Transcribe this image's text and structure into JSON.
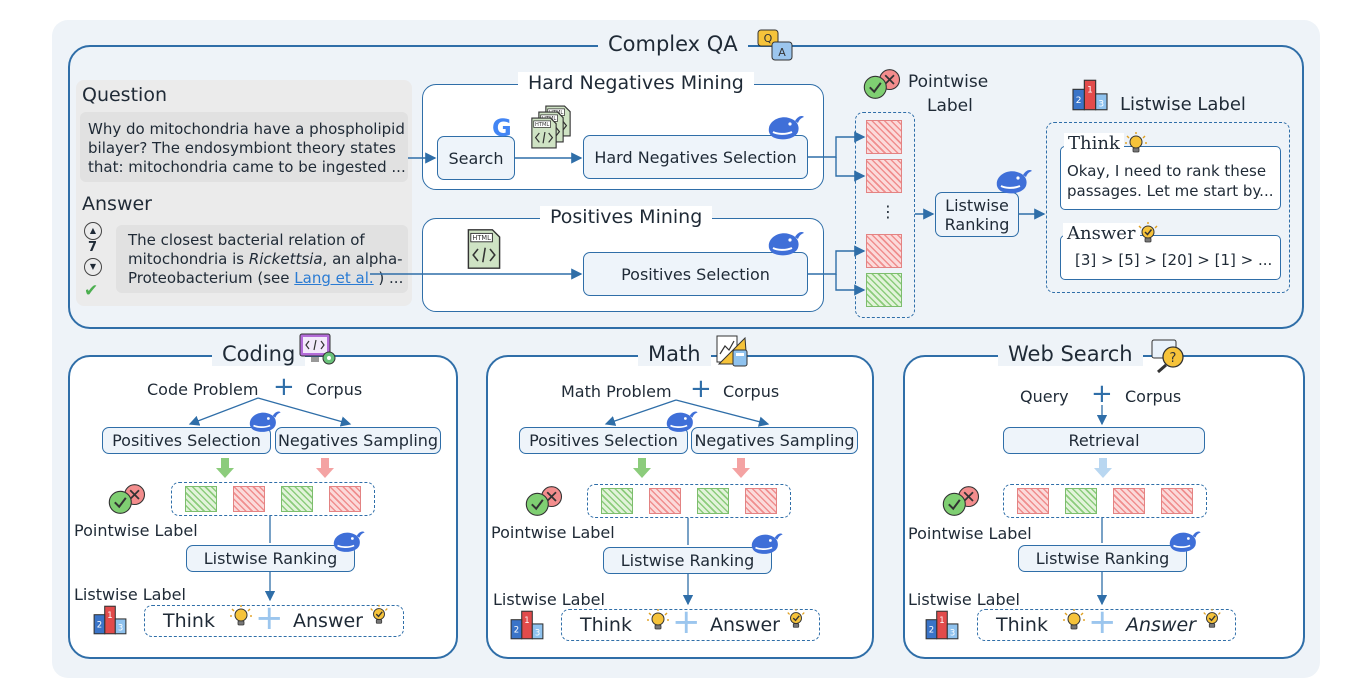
{
  "complex_qa": {
    "title": "Complex QA",
    "question_heading": "Question",
    "question_lines": [
      "Why do mitochondria have a phospholipid",
      "bilayer? The endosymbiont theory states",
      "that: mitochondria came to be ingested ..."
    ],
    "answer_heading": "Answer",
    "vote_count": "7",
    "answer_line1": "The closest bacterial relation of",
    "answer_line2_pre": "mitochondria is ",
    "answer_line2_em": "Rickettsia",
    "answer_line2_post": ", an alpha-",
    "answer_line3_pre": "Proteobacterium (see ",
    "answer_link": "Lang et al.",
    "answer_line3_post": " ) ...",
    "hard_neg_title": "Hard Negatives Mining",
    "search_label": "Search",
    "hard_neg_selection": "Hard Negatives Selection",
    "positives_title": "Positives Mining",
    "positives_selection": "Positives Selection",
    "pointwise_label_l1": "Pointwise",
    "pointwise_label_l2": "Label",
    "ellipsis": "⋮",
    "listwise_ranking_l1": "Listwise",
    "listwise_ranking_l2": "Ranking",
    "listwise_label": "Listwise Label",
    "think_label": "Think",
    "think_text_l1": "Okay, I need to rank these",
    "think_text_l2": "passages. Let me start by...",
    "answer_label": "Answer",
    "answer_text": "[3] > [5] > [20] > [1] > ..."
  },
  "coding": {
    "title": "Coding",
    "problem": "Code Problem",
    "corpus": "Corpus",
    "positives": "Positives Selection",
    "negatives": "Negatives Sampling",
    "pointwise": "Pointwise Label",
    "ranking": "Listwise Ranking",
    "listwise": "Listwise Label",
    "think": "Think",
    "answer": "Answer"
  },
  "math": {
    "title": "Math",
    "problem": "Math Problem",
    "corpus": "Corpus",
    "positives": "Positives Selection",
    "negatives": "Negatives Sampling",
    "pointwise": "Pointwise Label",
    "ranking": "Listwise Ranking",
    "listwise": "Listwise Label",
    "think": "Think",
    "answer": "Answer"
  },
  "web_search": {
    "title": "Web Search",
    "query": "Query",
    "corpus": "Corpus",
    "retrieval": "Retrieval",
    "pointwise": "Pointwise Label",
    "ranking": "Listwise Ranking",
    "listwise": "Listwise Label",
    "think": "Think",
    "answer": "Answer"
  },
  "icons": {
    "whale": "whale-icon",
    "google": "google-g-icon",
    "html_doc": "html-document-icon",
    "check_cross": "check-cross-icon",
    "podium": "podium-icon",
    "bulb": "lightbulb-icon",
    "qa": "qa-bubbles-icon",
    "code": "code-monitor-icon",
    "math": "math-tools-icon",
    "search": "magnifier-icon"
  },
  "colors": {
    "accent": "#2f6ea8",
    "positive": "#8ccc7c",
    "negative": "#f08e8e",
    "background": "#eef3f8"
  }
}
